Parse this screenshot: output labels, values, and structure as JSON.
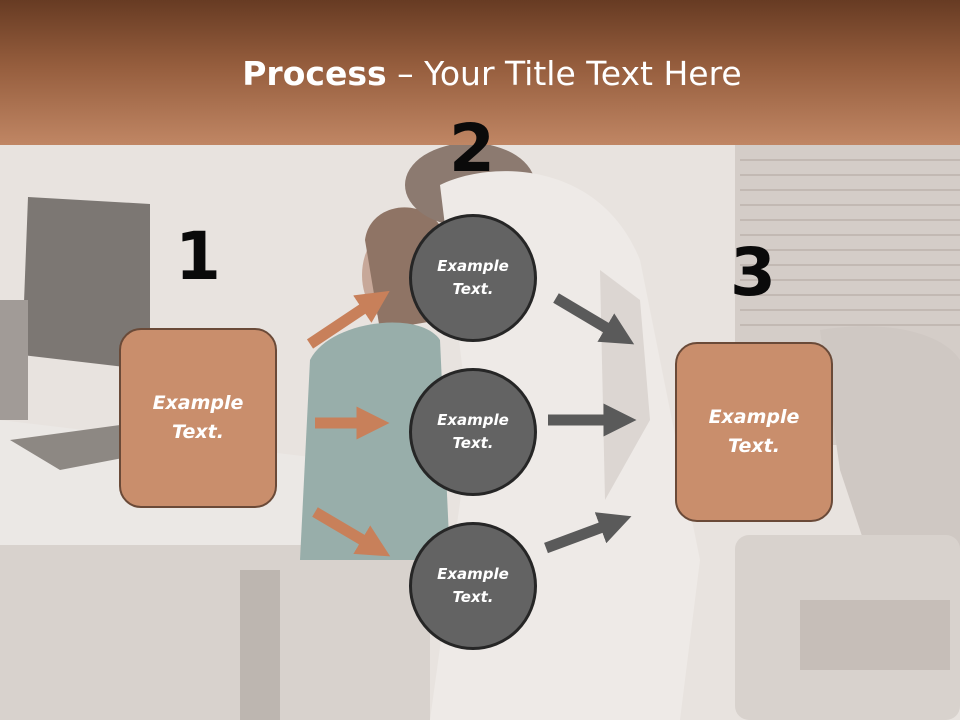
{
  "slide": {
    "title_bold": "Process",
    "title_rest": " – Your Title Text Here"
  },
  "steps": [
    {
      "number": "1",
      "box_text": "Example Text."
    },
    {
      "number": "2",
      "circles": [
        "Example Text.",
        "Example Text.",
        "Example Text."
      ]
    },
    {
      "number": "3",
      "box_text": "Example Text."
    }
  ],
  "colors": {
    "header_dark": "#673b23",
    "header_light": "#c08664",
    "box_fill": "#c98e6c",
    "circle_fill": "#636363",
    "arrow_orange": "#c8805a",
    "arrow_gray": "#5a5a5a"
  }
}
